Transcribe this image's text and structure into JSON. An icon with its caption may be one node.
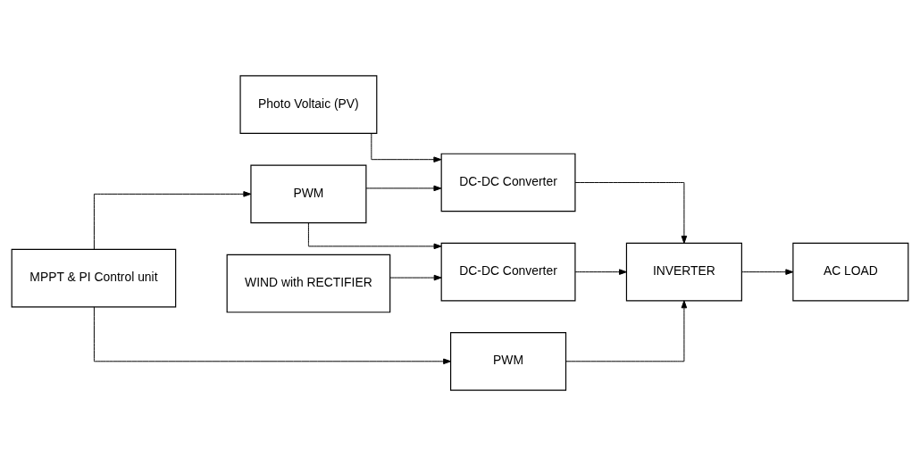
{
  "diagram": {
    "nodes": [
      {
        "text": [
          "Photo Voltaic (PV)"
        ]
      },
      {
        "text": [
          "DC-DC Converter"
        ]
      },
      {
        "text": [
          "WIND with RECTIFIER"
        ]
      },
      {
        "text": [
          "DC-DC Converter"
        ]
      },
      {
        "text": [
          "INVERTER"
        ]
      },
      {
        "text": [
          "AC LOAD"
        ]
      },
      {
        "text": [
          "PWM"
        ]
      },
      {
        "text": [
          "PWM"
        ]
      },
      {
        "text": [
          "MPPT & PI Control unit"
        ]
      }
    ],
    "edges": [
      {
        "from": 0,
        "to": 1,
        "arrow": "to"
      },
      {
        "from": 2,
        "to": 3,
        "arrow": "to"
      },
      {
        "from": 1,
        "to": 4,
        "arrow": "to"
      },
      {
        "from": 3,
        "to": 4,
        "arrow": "to"
      },
      {
        "from": 4,
        "to": 5,
        "arrow": "to"
      },
      {
        "from": 6,
        "to": 4,
        "arrow": "to"
      },
      {
        "from": 8,
        "to": 6,
        "arrow": "to"
      },
      {
        "from": 8,
        "to": 7,
        "arrow": "to"
      },
      {
        "from": 7,
        "to": 1,
        "arrow": "to"
      },
      {
        "from": 7,
        "to": 3,
        "arrow": "to"
      }
    ]
  }
}
